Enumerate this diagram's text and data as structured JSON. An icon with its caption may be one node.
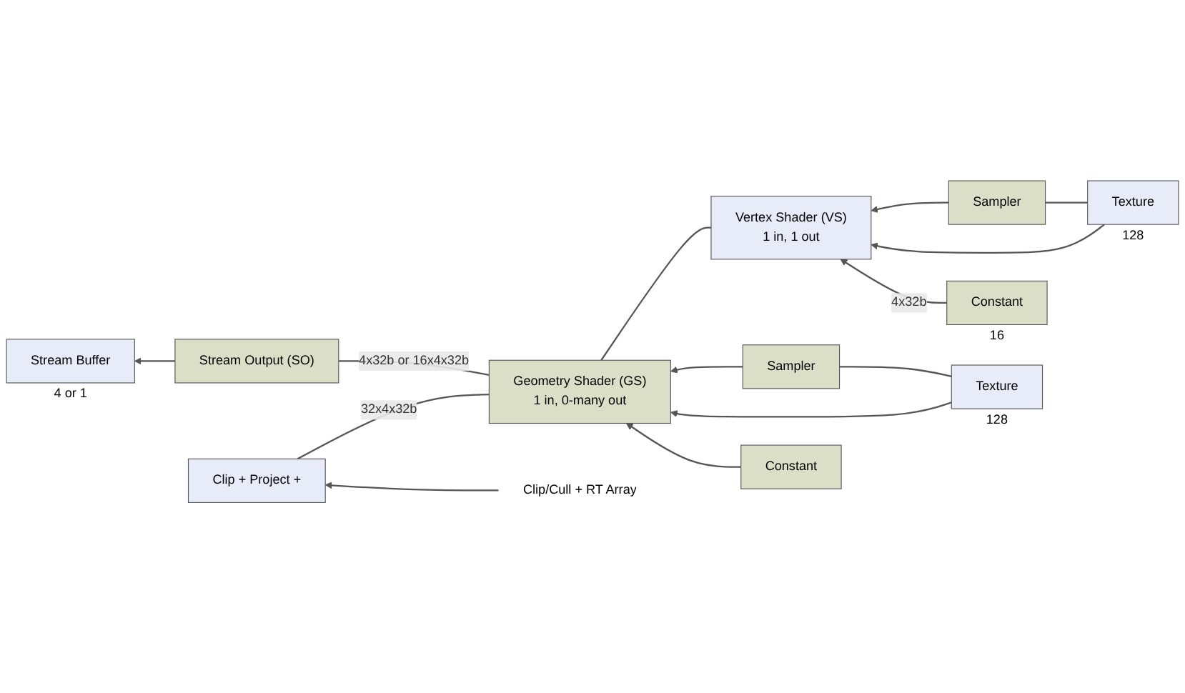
{
  "diagram": {
    "nodes": [
      {
        "text": [
          "Vertex Shader (VS)",
          "1 in, 1 out"
        ]
      },
      {
        "text": [
          "Sampler"
        ]
      },
      {
        "text": [
          "Texture"
        ],
        "beside": [
          "128"
        ]
      },
      {
        "text": [
          "Constant"
        ],
        "beside": [
          "16"
        ]
      },
      {
        "text": [
          "Geometry Shader (GS)",
          "1 in, 0-many out"
        ]
      },
      {
        "text": [
          "Sampler"
        ]
      },
      {
        "text": [
          "Texture"
        ],
        "beside": [
          "128"
        ]
      },
      {
        "text": [
          "Constant"
        ]
      },
      {
        "text": [
          "Clip/Cull + RT Array"
        ]
      },
      {
        "text": [
          "Stream Output (SO)"
        ]
      },
      {
        "text": [
          "Stream Buffer"
        ],
        "beside": [
          "4 or 1"
        ]
      },
      {
        "text": [
          "Clip + Project +"
        ]
      }
    ],
    "edges": [
      {
        "from": 1,
        "to": 0,
        "arrow": "to"
      },
      {
        "from": 2,
        "to": 1,
        "arrow": "none"
      },
      {
        "from": 2,
        "to": 0,
        "arrow": "to"
      },
      {
        "from": 3,
        "to": 0,
        "arrow": "to",
        "label": "4x32b"
      },
      {
        "from": 0,
        "to": 4,
        "arrow": "none"
      },
      {
        "from": 5,
        "to": 4,
        "arrow": "to"
      },
      {
        "from": 6,
        "to": 5,
        "arrow": "none"
      },
      {
        "from": 6,
        "to": 4,
        "arrow": "to"
      },
      {
        "from": 7,
        "to": 4,
        "arrow": "to"
      },
      {
        "from": 4,
        "to": 11,
        "arrow": "none",
        "label": "32x4x32b"
      },
      {
        "from": 4,
        "to": 9,
        "arrow": "none",
        "label": "4x32b or 16x4x32b"
      },
      {
        "from": 9,
        "to": 10,
        "arrow": "to"
      },
      {
        "from": 8,
        "to": 11,
        "arrow": "to"
      }
    ]
  }
}
